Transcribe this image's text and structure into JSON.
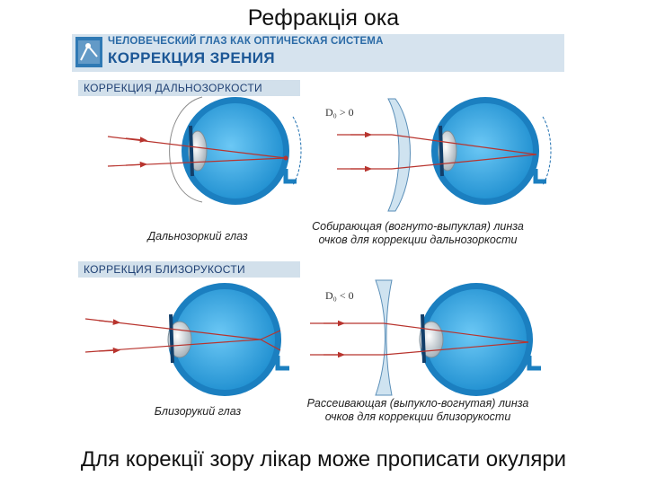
{
  "slide": {
    "title": "Рефракція ока",
    "footer": "Для корекції зору лікар може прописати окуляри"
  },
  "header": {
    "line1": "ЧЕЛОВЕЧЕСКИЙ ГЛАЗ КАК ОПТИЧЕСКАЯ СИСТЕМА",
    "line2": "КОРРЕКЦИЯ ЗРЕНИЯ"
  },
  "farsight": {
    "section_title": "КОРРЕКЦИЯ ДАЛЬНОЗОРКОСТИ",
    "eye_caption": "Дальнозоркий глаз",
    "formula": "D₀ > 0",
    "lens_caption_line1": "Собирающая (вогнуто-выпуклая) линза",
    "lens_caption_line2": "очков для коррекции дальнозоркости"
  },
  "nearsight": {
    "section_title": "КОРРЕКЦИЯ БЛИЗОРУКОСТИ",
    "eye_caption": "Близорукий глаз",
    "formula": "D₀ < 0",
    "lens_caption_line1": "Рассеивающая (выпукло-вогнутая) линза",
    "lens_caption_line2": "очков для коррекции близорукости"
  },
  "colors": {
    "eye_outer": "#1f8fd0",
    "eye_inner": "#3aa8e8",
    "ray": "#b8342e",
    "header_bg": "#d6e3ee"
  }
}
